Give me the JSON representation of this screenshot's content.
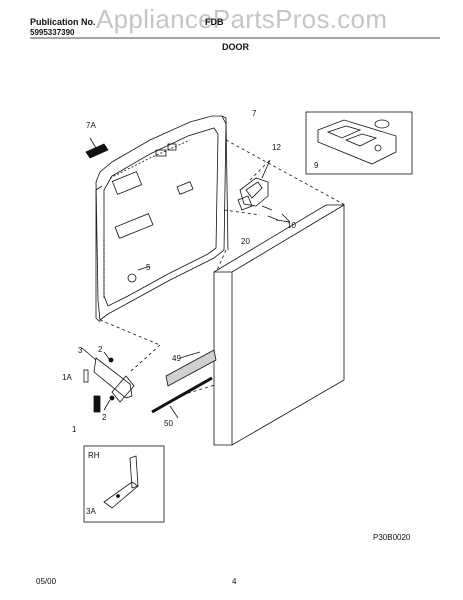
{
  "header": {
    "publication_label": "Publication No.",
    "publication_number": "5995337390",
    "model": "FDB",
    "section_title": "DOOR"
  },
  "watermark": "AppliancePartsPros.com",
  "callouts": [
    "7A",
    "7",
    "12",
    "9",
    "10",
    "20",
    "5",
    "3",
    "2",
    "1A",
    "1",
    "2",
    "49",
    "50",
    "RH",
    "3A"
  ],
  "figure_code": "P30B0020",
  "footer": {
    "date": "05/00",
    "page": "4"
  }
}
